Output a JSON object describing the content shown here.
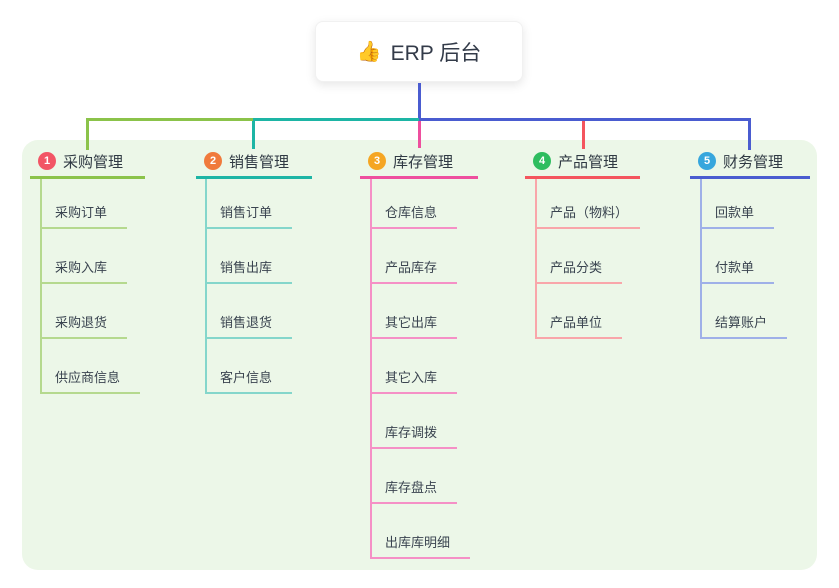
{
  "root": {
    "icon": "👍",
    "label": "ERP 后台"
  },
  "branches": [
    {
      "badge": "1",
      "label": "采购管理",
      "badge_color": "#f25565",
      "line_color": "#8bc34a",
      "child_line_color": "#b5d98e",
      "children": [
        "采购订单",
        "采购入库",
        "采购退货",
        "供应商信息"
      ]
    },
    {
      "badge": "2",
      "label": "销售管理",
      "badge_color": "#f07a3c",
      "line_color": "#1db5a5",
      "child_line_color": "#84d6cb",
      "children": [
        "销售订单",
        "销售出库",
        "销售退货",
        "客户信息"
      ]
    },
    {
      "badge": "3",
      "label": "库存管理",
      "badge_color": "#f5a623",
      "line_color": "#ee4f9e",
      "child_line_color": "#f590c6",
      "children": [
        "仓库信息",
        "产品库存",
        "其它出库",
        "其它入库",
        "库存调拨",
        "库存盘点",
        "出库库明细"
      ]
    },
    {
      "badge": "4",
      "label": "产品管理",
      "badge_color": "#2ebd5f",
      "line_color": "#f4555e",
      "child_line_color": "#f9a6aa",
      "children": [
        "产品（物料）",
        "产品分类",
        "产品单位"
      ]
    },
    {
      "badge": "5",
      "label": "财务管理",
      "badge_color": "#36a6dd",
      "line_color": "#4a5cd0",
      "child_line_color": "#9fb0e8",
      "children": [
        "回款单",
        "付款单",
        "结算账户"
      ]
    }
  ],
  "palette": {
    "canvas_bg": "#ffffff",
    "panel_bg": "#ecf7e8",
    "root_connector": "#4a5cd0",
    "center_drop": "#ee4f9e",
    "text": "#333b49"
  }
}
